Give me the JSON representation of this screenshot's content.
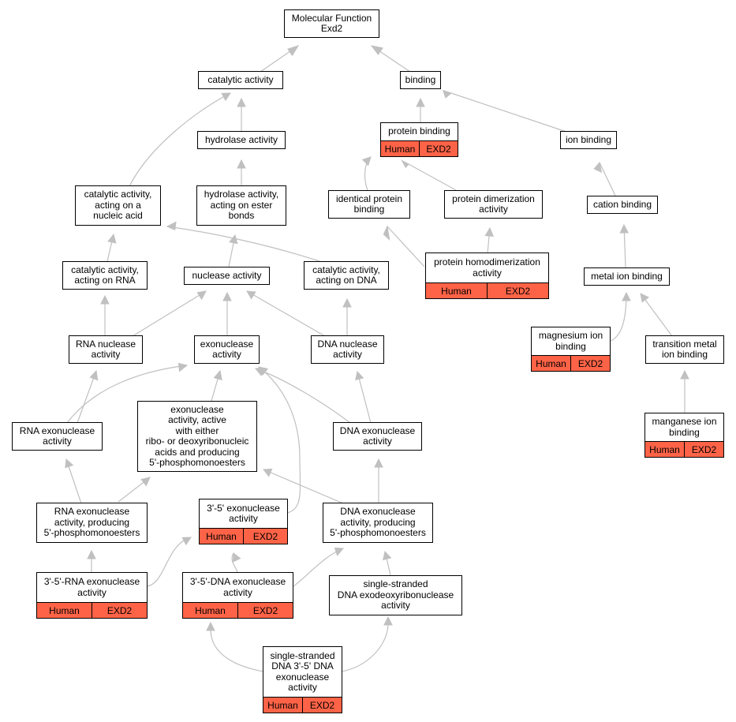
{
  "colors": {
    "annotation": "#ff6347",
    "edge": "#c0c0c0",
    "border": "#000000"
  },
  "nodes": {
    "root": {
      "lines": [
        "Molecular Function",
        "Exd2"
      ]
    },
    "catalytic": {
      "lines": [
        "catalytic activity"
      ]
    },
    "binding": {
      "lines": [
        "binding"
      ]
    },
    "protein_binding": {
      "lines": [
        "protein binding"
      ],
      "ann": [
        "Human",
        "EXD2"
      ]
    },
    "hydrolase": {
      "lines": [
        "hydrolase activity"
      ]
    },
    "ion_binding": {
      "lines": [
        "ion binding"
      ]
    },
    "cat_nucleic": {
      "lines": [
        "catalytic activity,",
        "acting on a",
        "nucleic acid"
      ]
    },
    "hydro_ester": {
      "lines": [
        "hydrolase activity,",
        "acting on ester",
        "bonds"
      ]
    },
    "identical_pb": {
      "lines": [
        "identical protein",
        "binding"
      ]
    },
    "protein_dimer": {
      "lines": [
        "protein dimerization",
        "activity"
      ]
    },
    "cation_binding": {
      "lines": [
        "cation binding"
      ]
    },
    "cat_rna": {
      "lines": [
        "catalytic activity,",
        "acting on RNA"
      ]
    },
    "nuclease": {
      "lines": [
        "nuclease activity"
      ]
    },
    "cat_dna": {
      "lines": [
        "catalytic activity,",
        "acting on DNA"
      ]
    },
    "prot_homodimer": {
      "lines": [
        "protein homodimerization",
        "activity"
      ],
      "ann": [
        "Human",
        "EXD2"
      ]
    },
    "metal_ion": {
      "lines": [
        "metal ion binding"
      ]
    },
    "rna_nuclease": {
      "lines": [
        "RNA nuclease",
        "activity"
      ]
    },
    "exonuclease": {
      "lines": [
        "exonuclease",
        "activity"
      ]
    },
    "dna_nuclease": {
      "lines": [
        "DNA nuclease",
        "activity"
      ]
    },
    "magnesium": {
      "lines": [
        "magnesium ion",
        "binding"
      ],
      "ann": [
        "Human",
        "EXD2"
      ]
    },
    "transition_metal": {
      "lines": [
        "transition metal",
        "ion binding"
      ]
    },
    "rna_exo": {
      "lines": [
        "RNA exonuclease",
        "activity"
      ]
    },
    "exo_either": {
      "lines": [
        "exonuclease",
        "activity, active",
        "with either",
        "ribo- or deoxyribonucleic",
        "acids and producing",
        "5'-phosphomonoesters"
      ]
    },
    "dna_exo": {
      "lines": [
        "DNA exonuclease",
        "activity"
      ]
    },
    "manganese": {
      "lines": [
        "manganese ion",
        "binding"
      ],
      "ann": [
        "Human",
        "EXD2"
      ]
    },
    "rna_exo_5p": {
      "lines": [
        "RNA exonuclease",
        "activity, producing",
        "5'-phosphomonoesters"
      ]
    },
    "exo_35": {
      "lines": [
        "3'-5' exonuclease",
        "activity"
      ],
      "ann": [
        "Human",
        "EXD2"
      ]
    },
    "dna_exo_5p": {
      "lines": [
        "DNA exonuclease",
        "activity, producing",
        "5'-phosphomonoesters"
      ]
    },
    "rna_exo_35": {
      "lines": [
        "3'-5'-RNA exonuclease",
        "activity"
      ],
      "ann": [
        "Human",
        "EXD2"
      ]
    },
    "dna_exo_35": {
      "lines": [
        "3'-5'-DNA exonuclease",
        "activity"
      ],
      "ann": [
        "Human",
        "EXD2"
      ]
    },
    "ss_dna_exo": {
      "lines": [
        "single-stranded",
        "DNA exodeoxyribonuclease",
        "activity"
      ]
    },
    "ss_dna_35": {
      "lines": [
        "single-stranded",
        "DNA 3'-5' DNA",
        "exonuclease",
        "activity"
      ],
      "ann": [
        "Human",
        "EXD2"
      ]
    }
  }
}
